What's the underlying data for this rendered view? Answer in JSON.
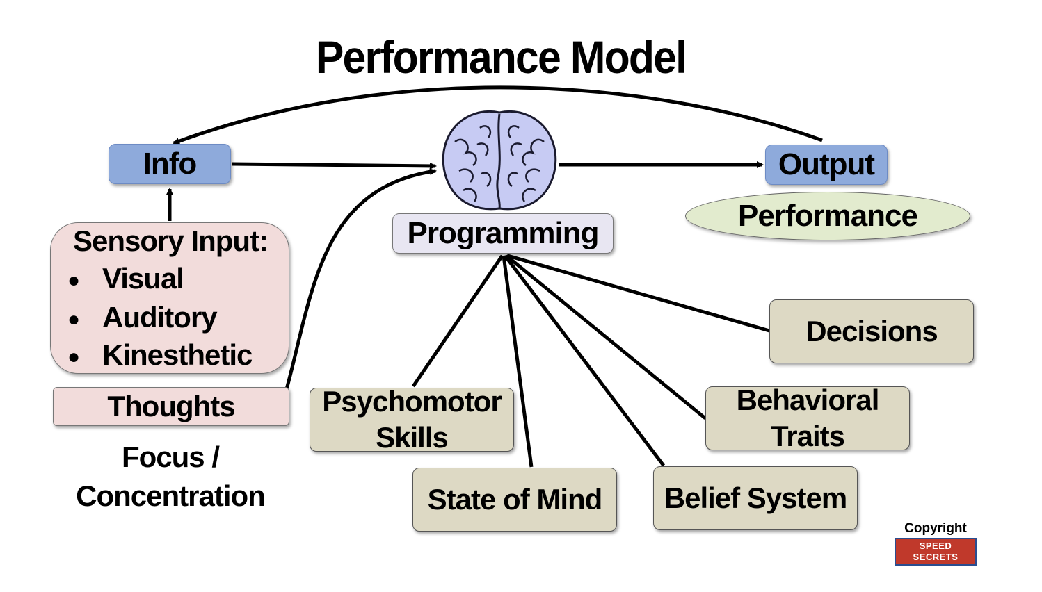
{
  "title": "Performance Model",
  "nodes": {
    "info": "Info",
    "output": "Output",
    "performance": "Performance",
    "programming": "Programming",
    "thoughts": "Thoughts",
    "focus_line1": "Focus /",
    "focus_line2": "Concentration"
  },
  "sensory": {
    "heading": "Sensory Input:",
    "items": [
      "Visual",
      "Auditory",
      "Kinesthetic"
    ]
  },
  "programming_factors": {
    "decisions": "Decisions",
    "behavioral_line1": "Behavioral",
    "behavioral_line2": "Traits",
    "psychomotor_line1": "Psychomotor",
    "psychomotor_line2": "Skills",
    "state_of_mind": "State of Mind",
    "belief_system": "Belief System"
  },
  "copyright": {
    "label": "Copyright",
    "logo": "SPEED SECRETS"
  },
  "colors": {
    "info_box": "#8eaadb",
    "sensory_box": "#f2dcdb",
    "programming_box": "#e8e6f2",
    "factor_box": "#ddd9c4",
    "performance_ellipse": "#e2ebce",
    "brain": "#c7cbf3"
  }
}
